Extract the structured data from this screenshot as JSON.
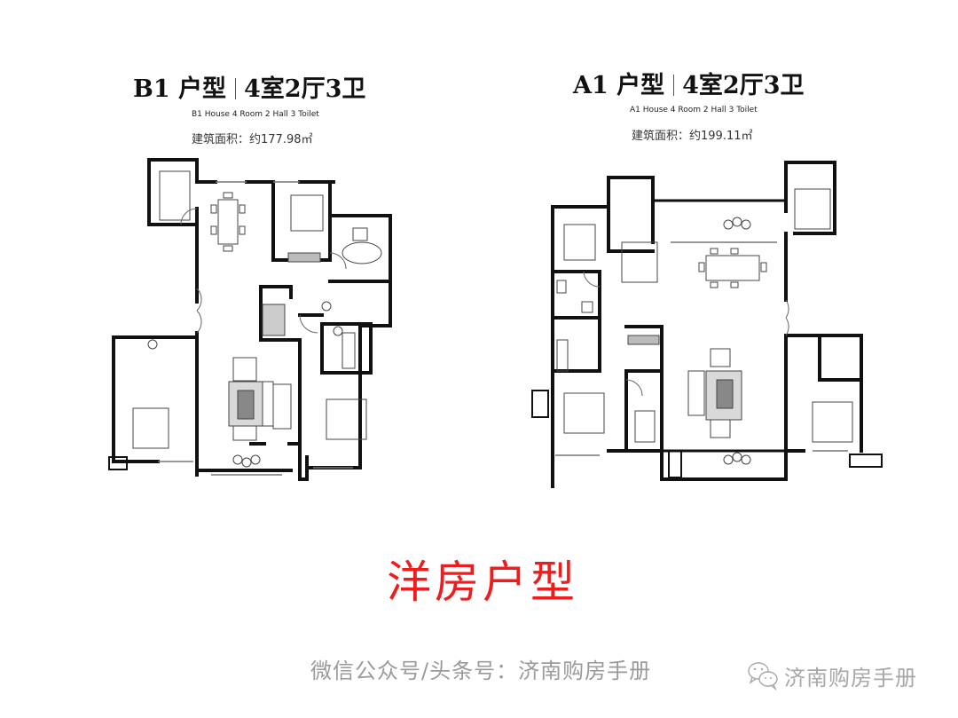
{
  "plans": [
    {
      "id": "B1",
      "title_code": "B1 户型",
      "title_layout": "4室2厅3卫",
      "subtitle_en": "B1 House  4 Room 2 Hall 3 Toilet",
      "area_label": "建筑面积：",
      "area_value": "约177.98㎡"
    },
    {
      "id": "A1",
      "title_code": "A1 户型",
      "title_layout": "4室2厅3卫",
      "subtitle_en": "A1 House  4 Room  2 Hall  3 Toilet",
      "area_label": "建筑面积：",
      "area_value": "约199.11㎡"
    }
  ],
  "headline": "洋房户型",
  "footer": {
    "source_text": "微信公众号/头条号：济南购房手册",
    "brand_icon": "wechat-icon",
    "brand_name": "济南购房手册"
  },
  "colors": {
    "headline": "#ee1c1c",
    "footer_text": "#9a9a9a",
    "wall": "#111111",
    "background": "#ffffff"
  }
}
